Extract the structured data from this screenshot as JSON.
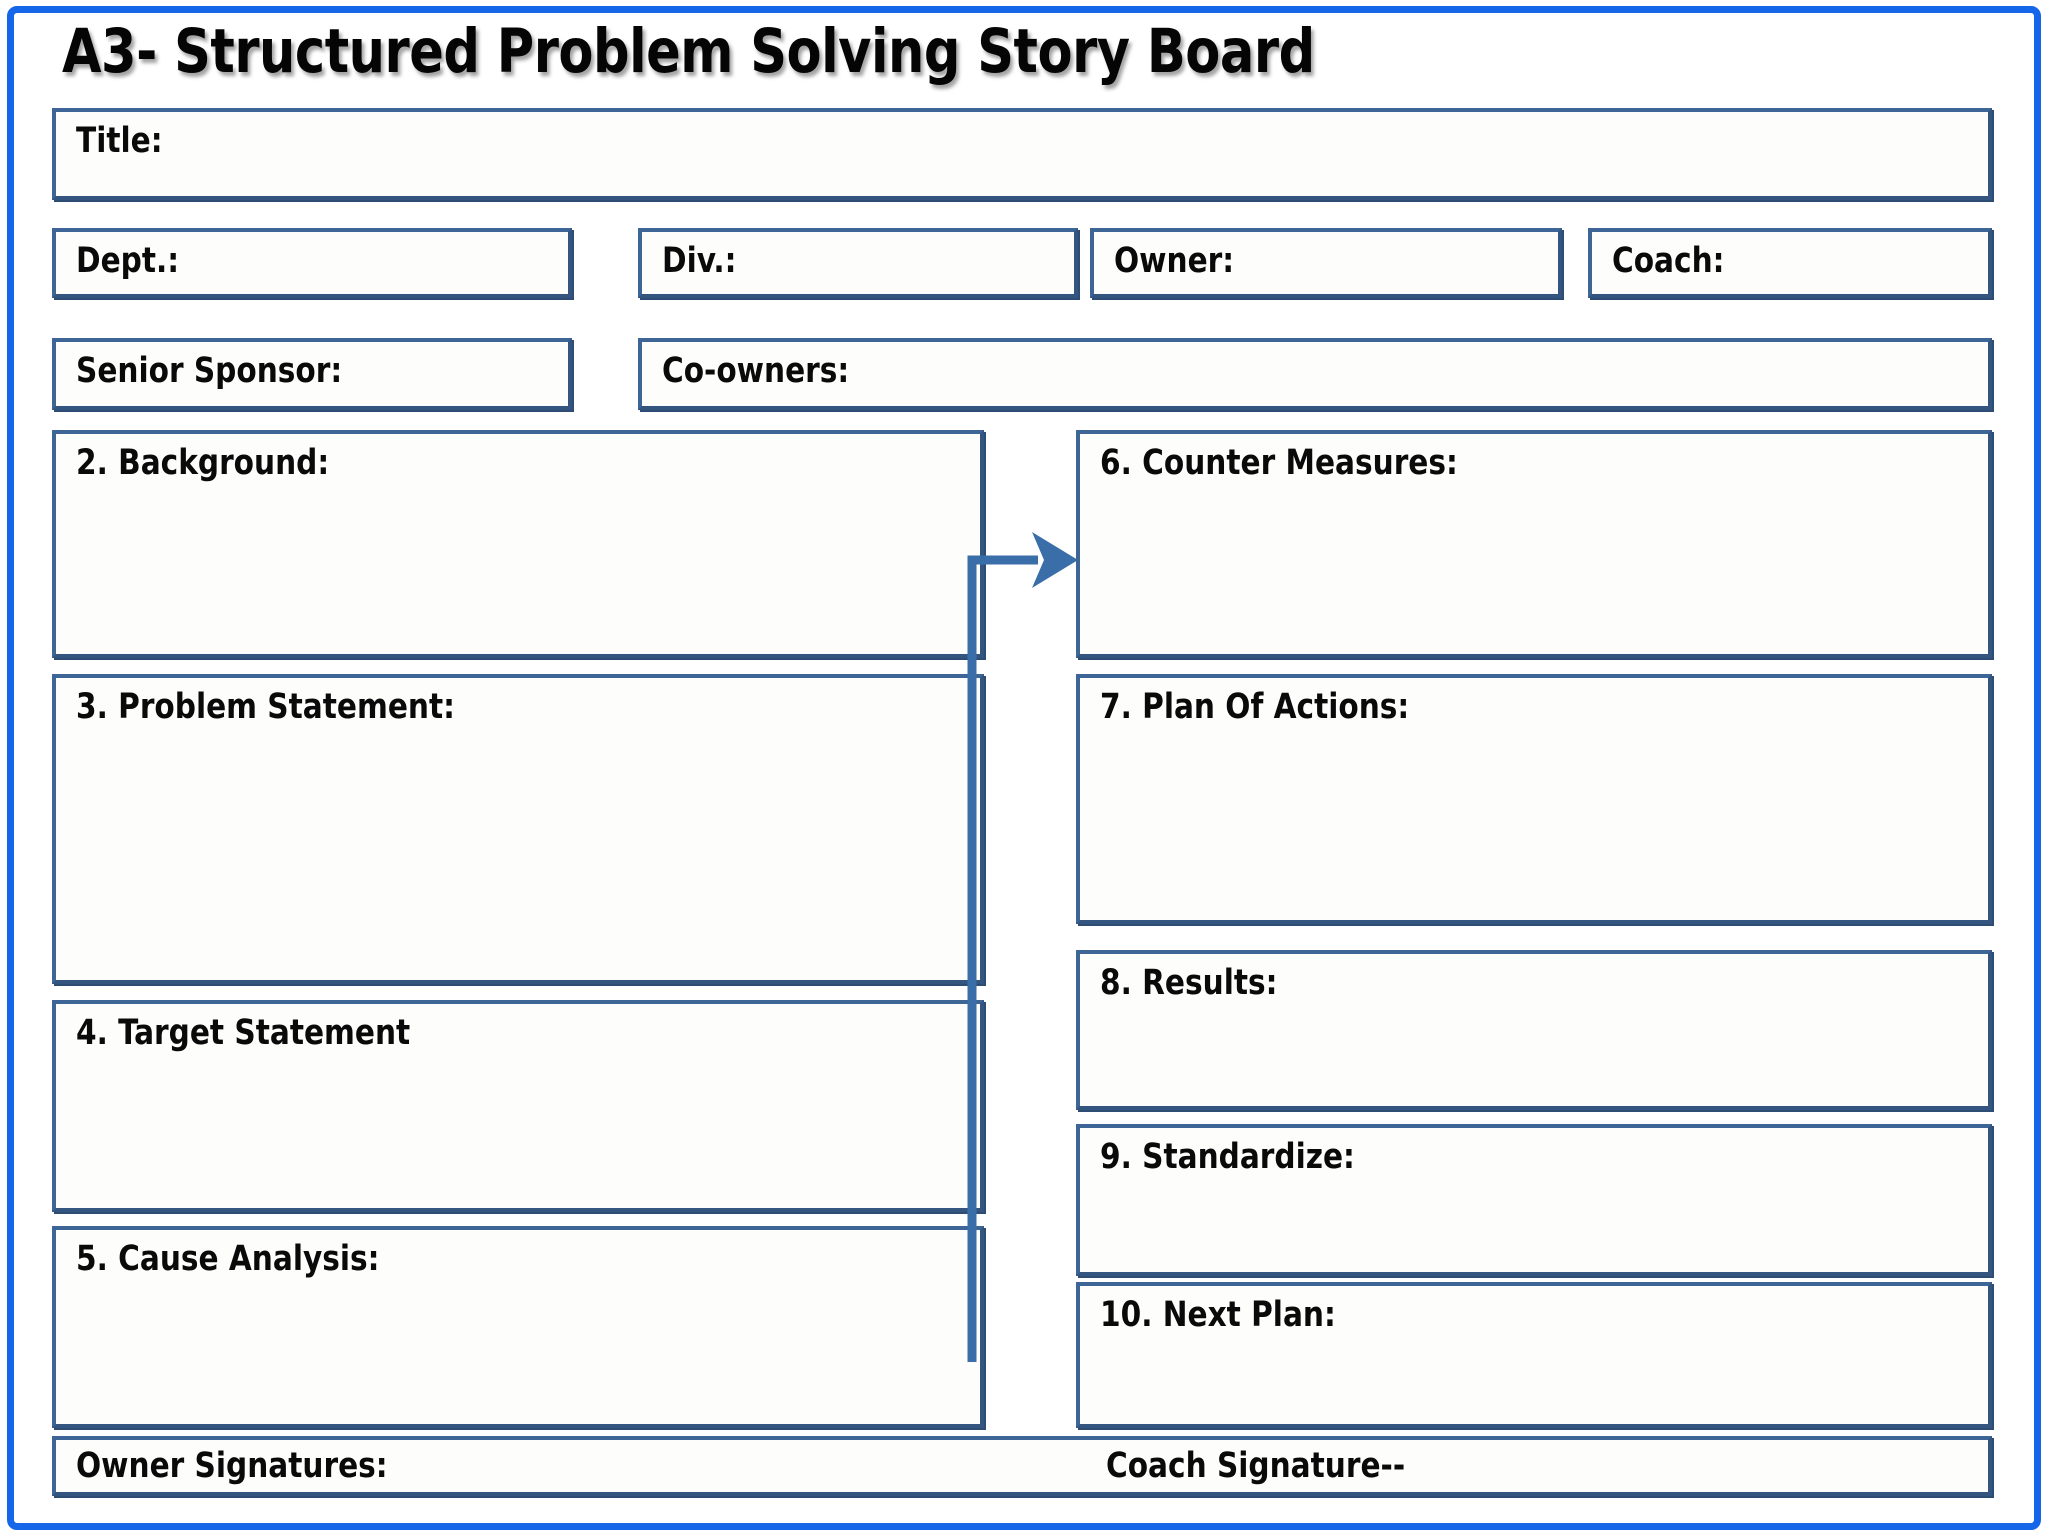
{
  "document": {
    "title": "A3- Structured Problem Solving Story Board",
    "accent_border_color": "#1566e8",
    "box_border_color": "#3d6596",
    "connector_color": "#3a6ea8"
  },
  "header": {
    "title_field": "Title:",
    "row2": [
      {
        "label": "Dept.:"
      },
      {
        "label": "Div.:"
      },
      {
        "label": "Owner:"
      },
      {
        "label": "Coach:"
      }
    ],
    "row3": [
      {
        "label": "Senior Sponsor:"
      },
      {
        "label": "Co-owners:"
      }
    ]
  },
  "left_column": [
    {
      "label": "2. Background:"
    },
    {
      "label": "3. Problem Statement:"
    },
    {
      "label": "4. Target Statement"
    },
    {
      "label": "5. Cause Analysis:"
    }
  ],
  "right_column": [
    {
      "label": "6. Counter Measures:"
    },
    {
      "label": "7. Plan Of Actions:"
    },
    {
      "label": "8. Results:"
    },
    {
      "label": "9. Standardize:"
    },
    {
      "label": "10. Next Plan:"
    }
  ],
  "footer": {
    "owner_signatures": "Owner Signatures:",
    "coach_signature": "Coach Signature--"
  },
  "connector": {
    "name": "cause-analysis-to-counter-measures-arrow",
    "direction": "right"
  }
}
